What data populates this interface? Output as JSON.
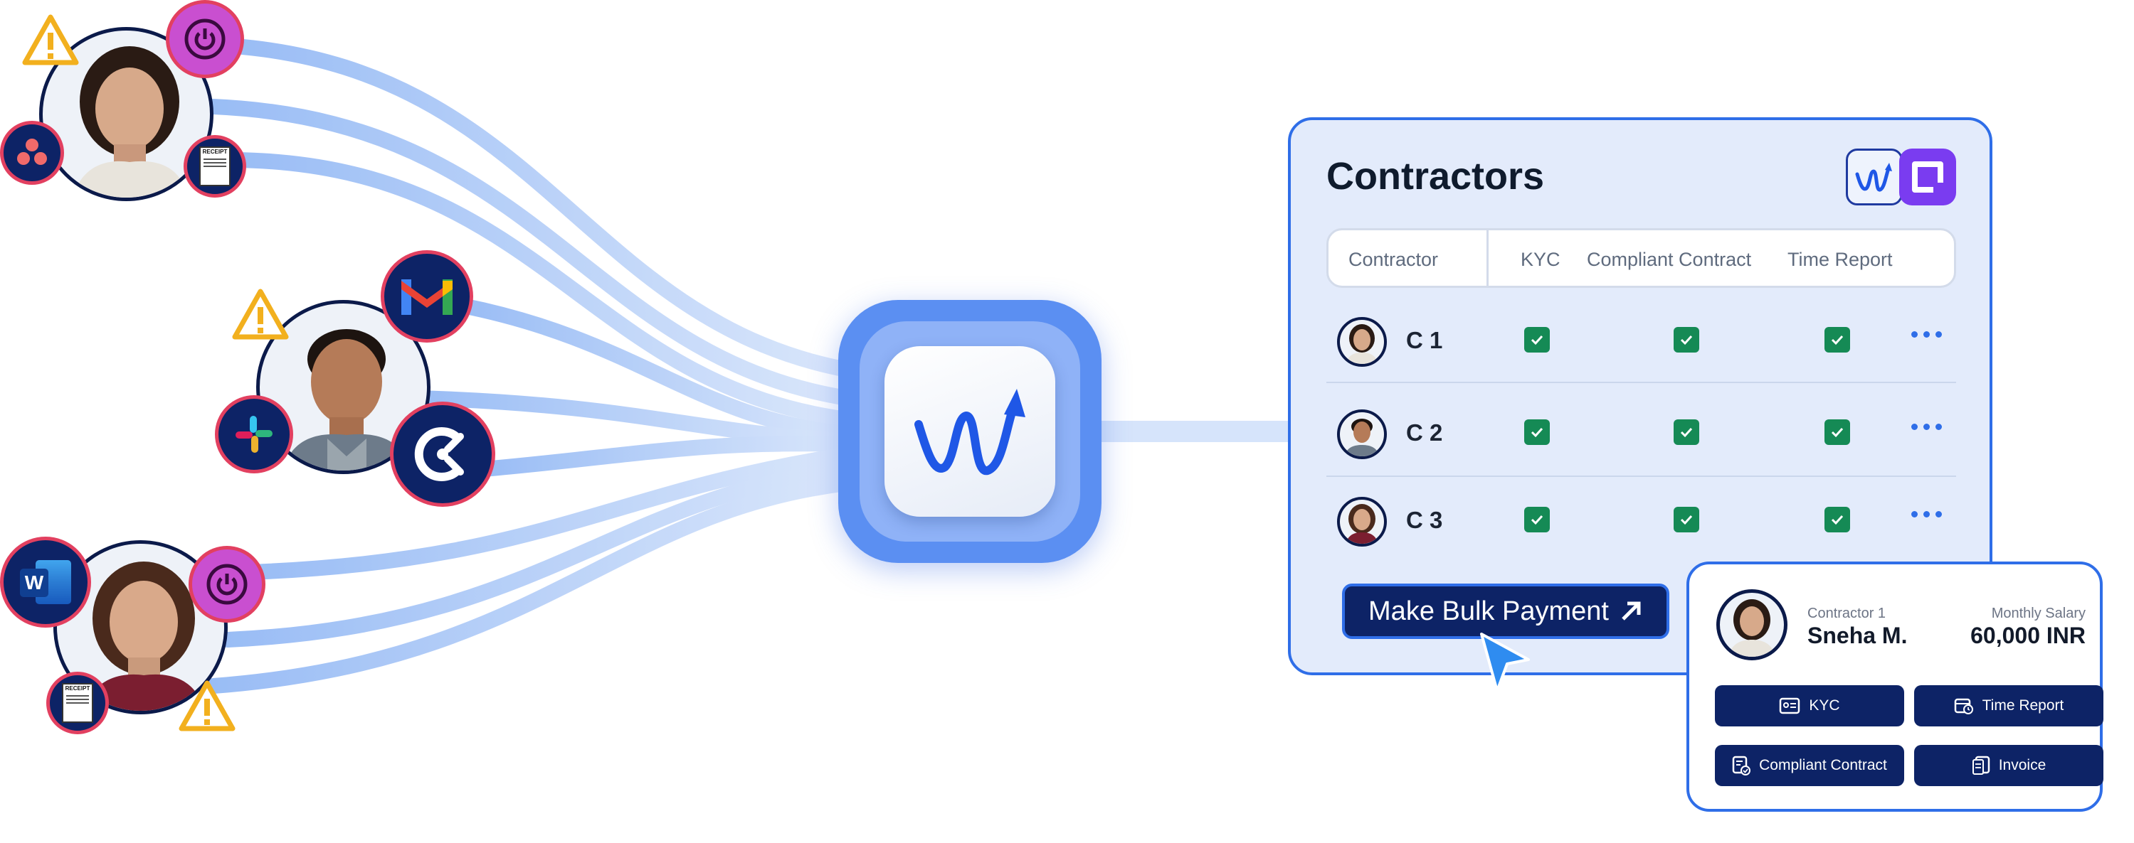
{
  "panel": {
    "title": "Contractors",
    "columns": [
      "Contractor",
      "KYC",
      "Compliant Contract",
      "Time Report"
    ],
    "rows": [
      {
        "name": "C 1",
        "kyc": true,
        "contract": true,
        "time_report": true
      },
      {
        "name": "C 2",
        "kyc": true,
        "contract": true,
        "time_report": true
      },
      {
        "name": "C 3",
        "kyc": true,
        "contract": true,
        "time_report": true
      }
    ],
    "bulk_payment_label": "Make Bulk Payment"
  },
  "card": {
    "subtitle": "Contractor 1",
    "name": "Sneha M.",
    "salary_label": "Monthly Salary",
    "salary_value": "60,000 INR",
    "buttons": [
      "KYC",
      "Time Report",
      "Compliant Contract",
      "Invoice"
    ]
  },
  "source_icons": {
    "person_1": [
      "warning-icon",
      "power-icon",
      "asana-icon",
      "receipt-icon"
    ],
    "person_2": [
      "warning-icon",
      "gmail-icon",
      "slack-icon",
      "clockify-icon"
    ],
    "person_3": [
      "word-icon",
      "power-icon",
      "receipt-icon",
      "warning-icon"
    ]
  },
  "receipt_text": "RECEIPT",
  "word_letter": "W",
  "colors": {
    "accent": "#2f6ee8",
    "navy": "#0d2366",
    "check_green": "#158a55",
    "warning": "#f2b01e",
    "badge_border": "#e24060"
  }
}
